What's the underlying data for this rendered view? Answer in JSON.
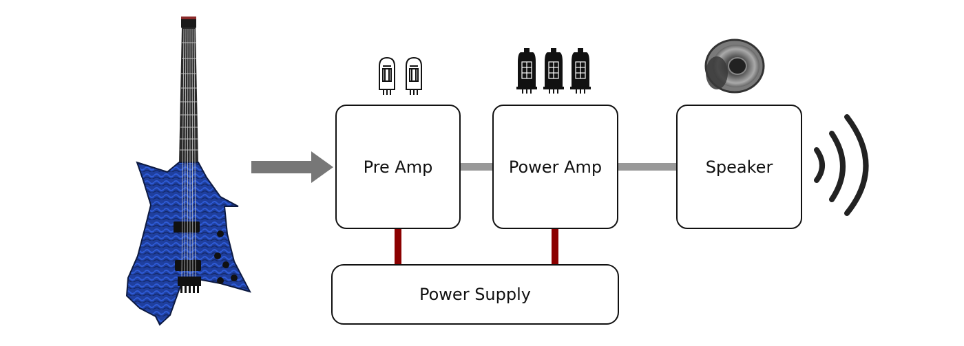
{
  "diagram": {
    "blocks": {
      "pre_amp": "Pre Amp",
      "power_amp": "Power Amp",
      "speaker": "Speaker",
      "power_supply": "Power Supply"
    },
    "icons": {
      "input": "electric-guitar-icon",
      "pre_amp_tubes": "preamp-tube-icon",
      "pre_amp_tube_count": 2,
      "power_amp_tubes": "power-tube-icon",
      "power_amp_tube_count": 3,
      "speaker": "speaker-icon",
      "output": "sound-waves-icon"
    },
    "colors": {
      "signal_arrow": "#777777",
      "signal_link": "#999999",
      "power_link": "#8b0000",
      "guitar_body": "#1f3f9e",
      "outline": "#111111"
    }
  }
}
